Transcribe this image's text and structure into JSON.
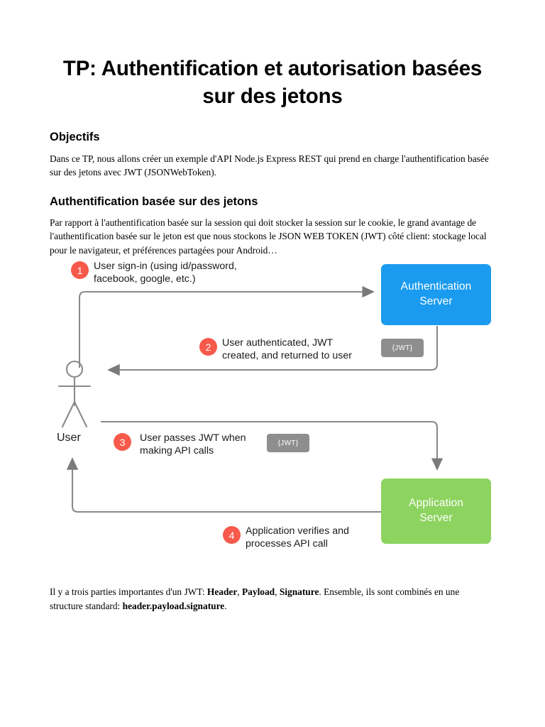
{
  "document": {
    "title": "TP: Authentification et autorisation basées sur des jetons",
    "sections": [
      {
        "heading": "Objectifs",
        "paragraph": "Dans ce TP, nous allons créer un exemple d'API Node.js Express REST qui prend en charge l'authentification basée sur des jetons avec JWT (JSONWebToken)."
      },
      {
        "heading": "Authentification basée sur des jetons",
        "paragraph": "Par rapport à l'authentification basée sur la session qui doit stocker la session sur le cookie, le grand avantage de l'authentification basée sur le jeton est que nous stockons le JSON WEB TOKEN (JWT) côté client: stockage local pour le navigateur, et préférences partagées pour Android…"
      }
    ],
    "footer_paragraph": {
      "part1": "Il y a trois parties importantes d'un JWT: ",
      "bold1": "Header",
      "sep1": ", ",
      "bold2": "Payload",
      "sep2": ", ",
      "bold3": "Signature",
      "part2": ". Ensemble, ils sont combinés en une structure standard: ",
      "bold4": "header.payload.signature",
      "part3": "."
    }
  },
  "diagram": {
    "actor": {
      "label": "User",
      "icon": "stick-figure-icon"
    },
    "nodes": [
      {
        "id": "auth-server",
        "label": "Authentication\nServer",
        "color": "#1A9BF0"
      },
      {
        "id": "app-server",
        "label": "Application\nServer",
        "color": "#8DD35F"
      }
    ],
    "steps": [
      {
        "number": "1",
        "text": "User sign-in (using id/password,\nfacebook, google, etc.)"
      },
      {
        "number": "2",
        "text": "User authenticated, JWT\ncreated, and returned to user"
      },
      {
        "number": "3",
        "text": "User passes JWT when\nmaking API calls"
      },
      {
        "number": "4",
        "text": "Application verifies and\nprocesses API call"
      }
    ],
    "badges": [
      {
        "id": "jwt-badge-1",
        "label": "{JWT}"
      },
      {
        "id": "jwt-badge-2",
        "label": "{JWT}"
      }
    ],
    "colors": {
      "step_circle": "#F7594A",
      "badge": "#8E8E8E",
      "connector": "#8A8A8A",
      "auth_server": "#1A9BF0",
      "app_server": "#8DD35F"
    }
  }
}
